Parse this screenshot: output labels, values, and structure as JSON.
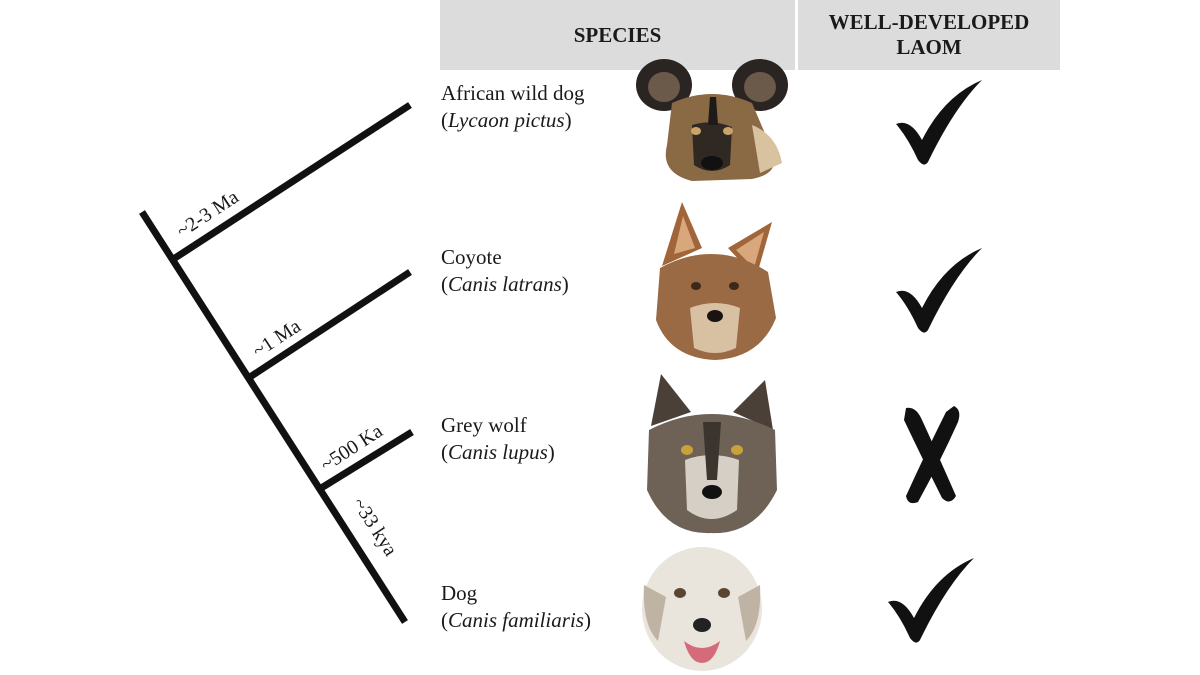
{
  "header": {
    "species": "SPECIES",
    "laom_line1": "WELL-DEVELOPED",
    "laom_line2": "LAOM"
  },
  "species": [
    {
      "common": "African wild dog",
      "scientific": "Lycaon pictus",
      "laom": "check"
    },
    {
      "common": "Coyote",
      "scientific": "Canis latrans",
      "laom": "check"
    },
    {
      "common": "Grey wolf",
      "scientific": "Canis lupus",
      "laom": "cross"
    },
    {
      "common": "Dog",
      "scientific": "Canis familiaris",
      "laom": "check"
    }
  ],
  "tree": {
    "divergence_labels": [
      "~2-3 Ma",
      "~1 Ma",
      "~500 Ka",
      "~33 kya"
    ]
  },
  "colors": {
    "header_bg": "#dcdcdc",
    "line": "#111111"
  }
}
